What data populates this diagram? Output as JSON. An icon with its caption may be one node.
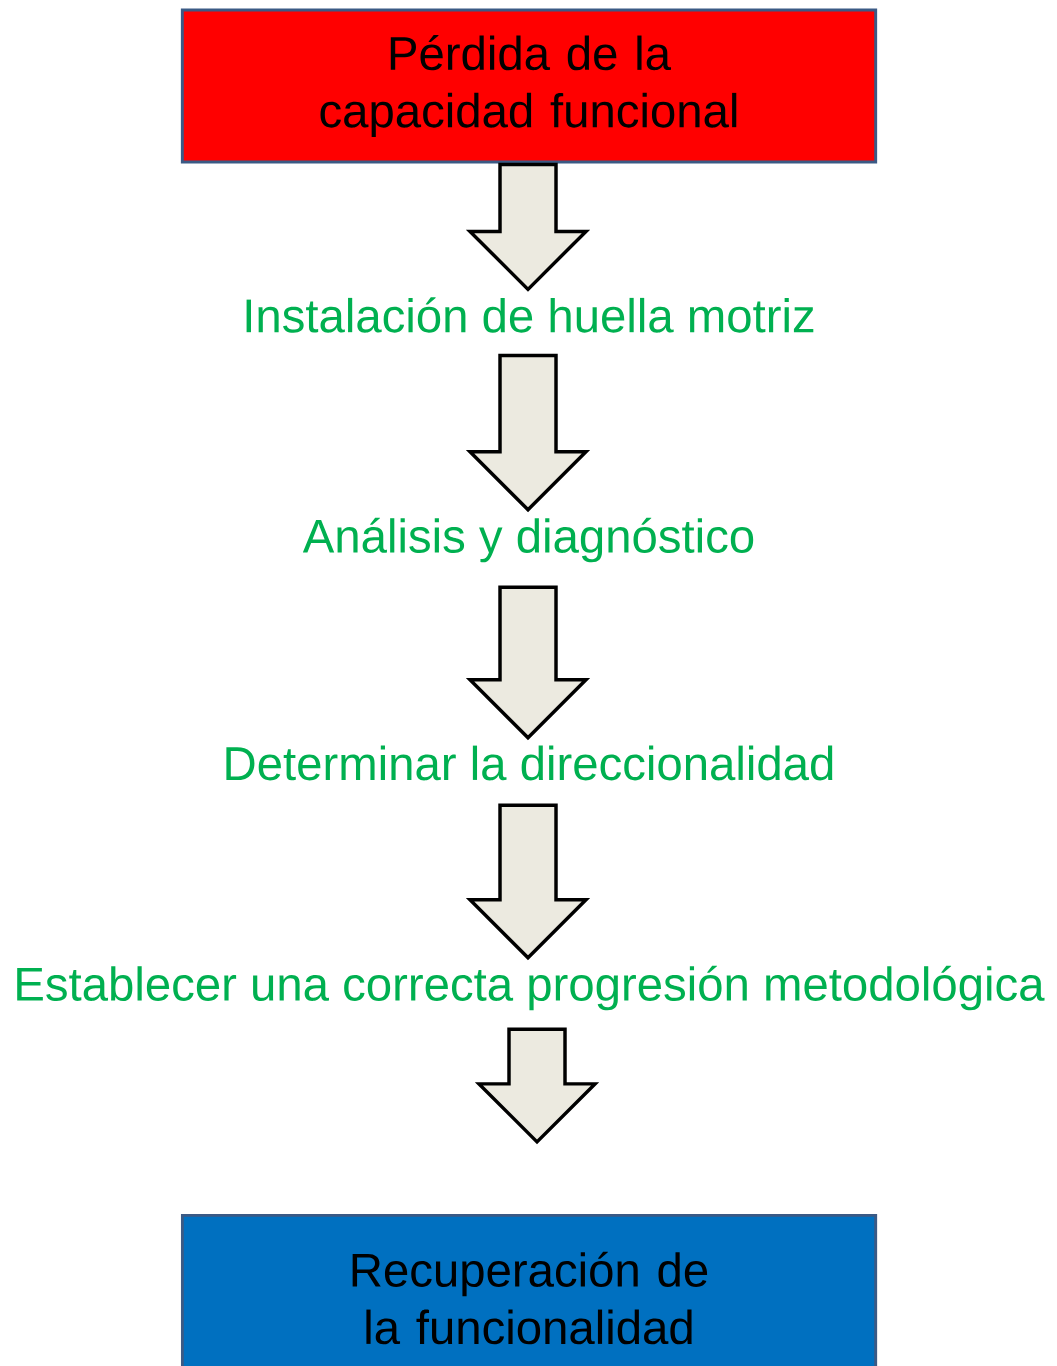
{
  "diagram": {
    "nodes": [
      {
        "text": [
          "Pérdida de la capacidad funcional"
        ]
      },
      {
        "text": [
          "Instalación de huella motriz"
        ]
      },
      {
        "text": [
          "Análisis y diagnóstico"
        ]
      },
      {
        "text": [
          "Determinar la direccionalidad"
        ]
      },
      {
        "text": [
          "Establecer una correcta progresión metodológica"
        ]
      },
      {
        "text": [
          "Recuperación de la funcionalidad"
        ]
      }
    ],
    "edges": [
      {
        "from": 0,
        "to": 1,
        "arrow": "to"
      },
      {
        "from": 1,
        "to": 2,
        "arrow": "to"
      },
      {
        "from": 2,
        "to": 3,
        "arrow": "to"
      },
      {
        "from": 3,
        "to": 4,
        "arrow": "to"
      },
      {
        "from": 4,
        "to": 5,
        "arrow": "to"
      }
    ]
  }
}
